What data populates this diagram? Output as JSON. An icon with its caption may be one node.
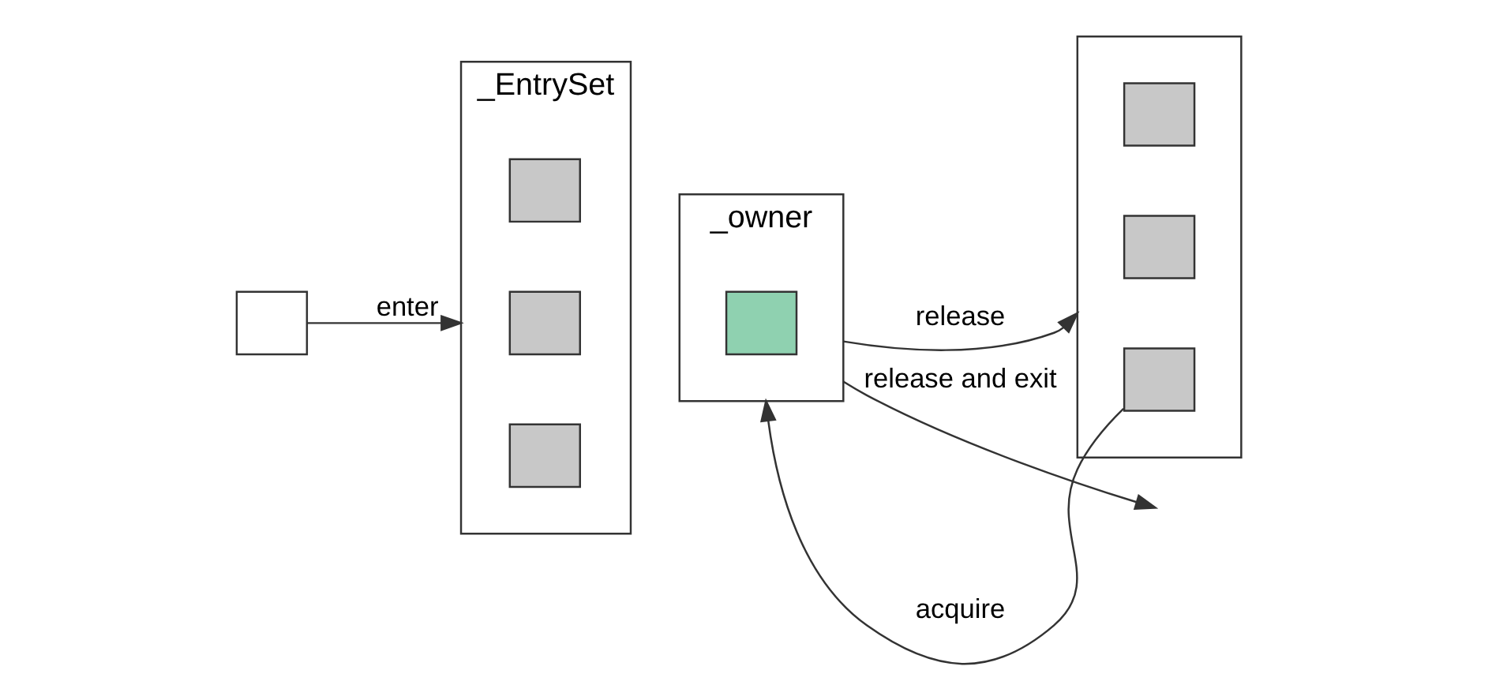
{
  "diagram": {
    "nodes": [
      {
        "text": [
          "_EntrySet"
        ]
      },
      {
        "text": [
          "_owner"
        ]
      },
      {
        "text": [],
        "shape": "box"
      },
      {
        "text": [],
        "shape": "box"
      },
      {
        "text": [],
        "shape": "box",
        "in": 0
      },
      {
        "text": [],
        "shape": "box",
        "in": 0
      },
      {
        "text": [],
        "shape": "box",
        "in": 0
      },
      {
        "text": [],
        "shape": "box",
        "in": 1
      },
      {
        "text": [],
        "shape": "box",
        "in": 2
      },
      {
        "text": [],
        "shape": "box",
        "in": 2
      },
      {
        "text": [],
        "shape": "box",
        "in": 2
      }
    ],
    "edges": [
      {
        "from": 3,
        "to": 0,
        "arrow": "to",
        "label": "enter"
      },
      {
        "from": 1,
        "to": 2,
        "arrow": "to",
        "label": "release"
      },
      {
        "from": 10,
        "to": 1,
        "arrow": "to",
        "label": "acquire"
      },
      {
        "from": 1,
        "to": null,
        "arrow": "to",
        "label": "release and exit"
      }
    ]
  }
}
